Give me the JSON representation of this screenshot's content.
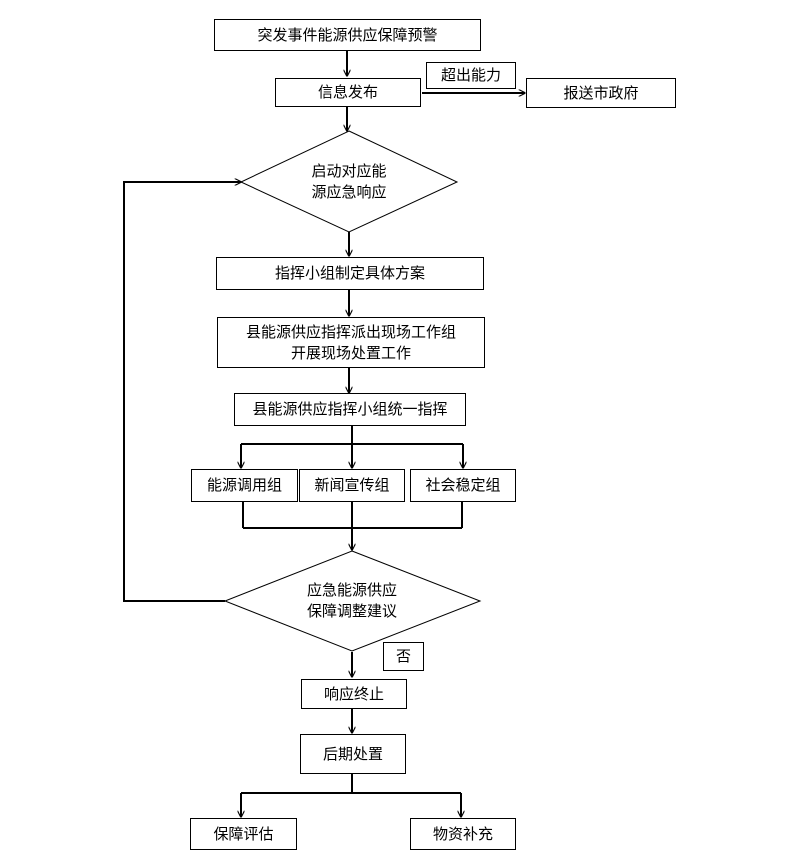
{
  "nodes": {
    "warning": "突发事件能源供应保障预警",
    "publish": "信息发布",
    "beyond": "超出能力",
    "report": "报送市政府",
    "start_line1": "启动对应能",
    "start_line2": "源应急响应",
    "plan": "指挥小组制定具体方案",
    "dispatch_line1": "县能源供应指挥派出现场工作组",
    "dispatch_line2": "开展现场处置工作",
    "command": "县能源供应指挥小组统一指挥",
    "group1": "能源调用组",
    "group2": "新闻宣传组",
    "group3": "社会稳定组",
    "adjust_line1": "应急能源供应",
    "adjust_line2": "保障调整建议",
    "no": "否",
    "terminate": "响应终止",
    "later": "后期处置",
    "assess": "保障评估",
    "supply": "物资补充"
  },
  "colors": {
    "line": "#000000",
    "fill": "#ffffff"
  }
}
